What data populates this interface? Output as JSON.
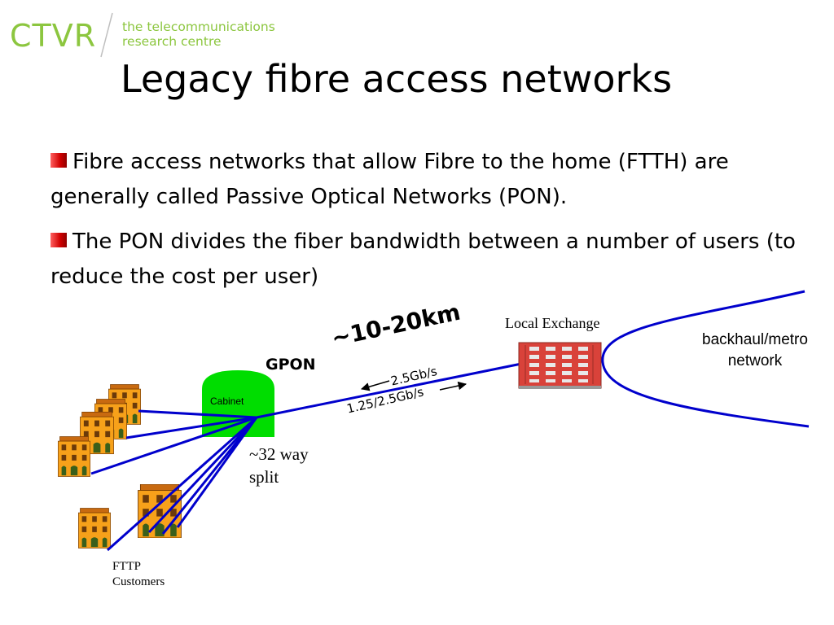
{
  "logo": {
    "name": "CTVR",
    "subtitle_line1": "the telecommunications",
    "subtitle_line2": "research centre"
  },
  "title": "Legacy fibre access networks",
  "bullets": [
    "Fibre access networks that allow Fibre to the home (FTTH) are generally called Passive Optical Networks (PON).",
    "The PON divides the fiber bandwidth between a number of users (to reduce the cost per user)"
  ],
  "diagram": {
    "cabinet_label": "Cabinet",
    "gpon_label": "GPON",
    "distance_label": "~10-20km",
    "downstream_rate": "2.5Gb/s",
    "upstream_rate": "1.25/2.5Gb/s",
    "split_label": "~32 way split",
    "exchange_label": "Local Exchange",
    "backhaul_label": "backhaul/metro network",
    "customers_label": "FTTP Customers",
    "colors": {
      "fibre": "#0000cc",
      "cabinet": "#00dd00",
      "house": "#f7a11a",
      "exchange": "#d9423a",
      "logo": "#8cc63f"
    }
  }
}
